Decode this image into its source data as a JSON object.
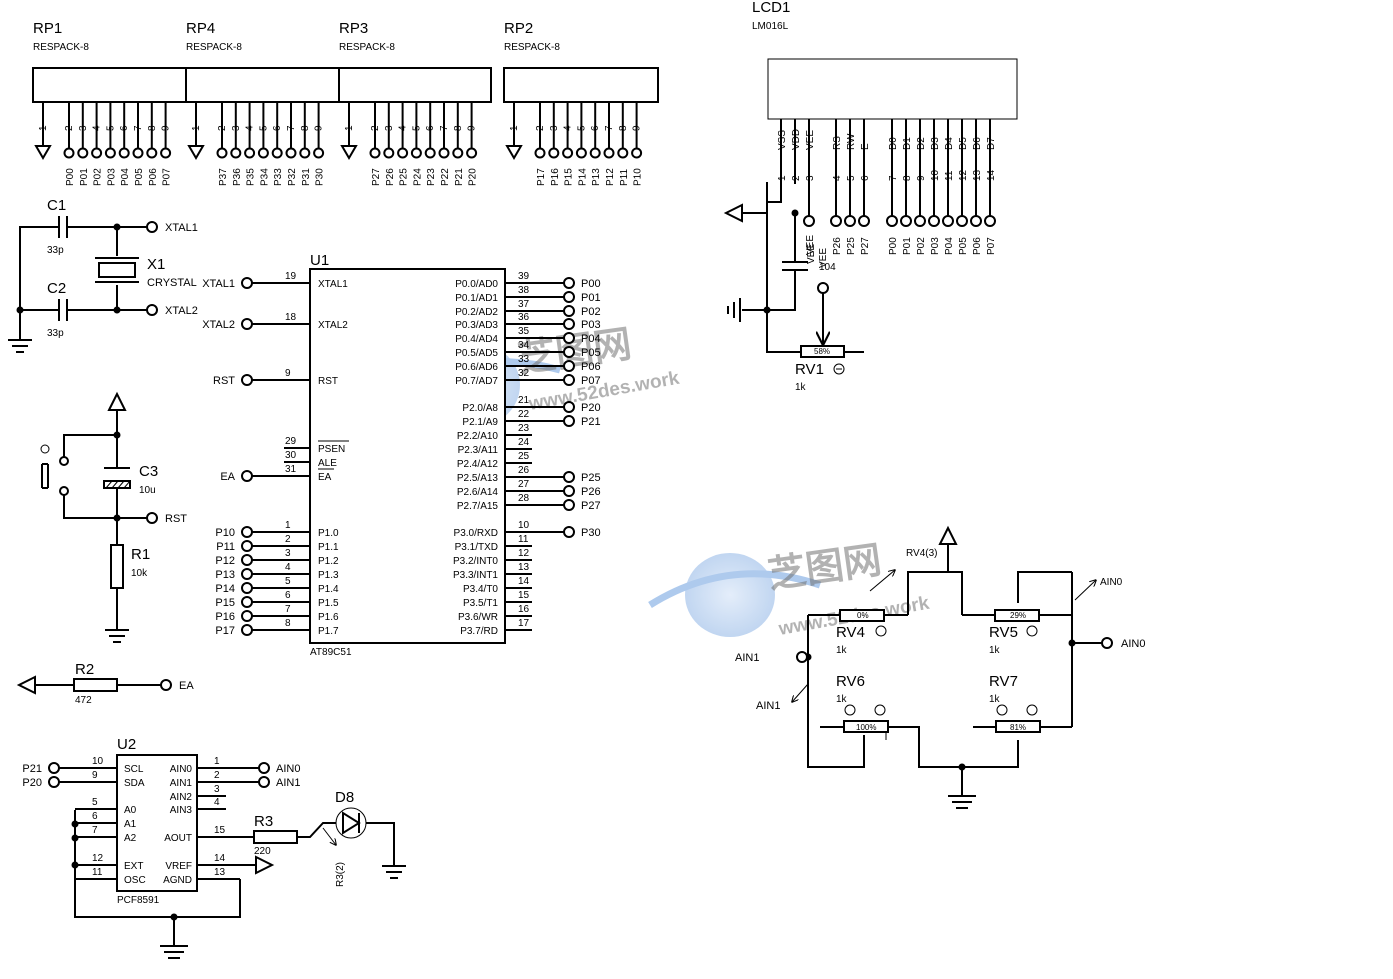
{
  "rpacks": [
    {
      "ref": "RP1",
      "value": "RESPACK-8",
      "pin_numbers": [
        "1",
        "2",
        "3",
        "4",
        "5",
        "6",
        "7",
        "8",
        "9"
      ],
      "nets": [
        "P00",
        "P01",
        "P02",
        "P03",
        "P04",
        "P05",
        "P06",
        "P07"
      ]
    },
    {
      "ref": "RP4",
      "value": "RESPACK-8",
      "pin_numbers": [
        "1",
        "2",
        "3",
        "4",
        "5",
        "6",
        "7",
        "8",
        "9"
      ],
      "nets": [
        "P37",
        "P36",
        "P35",
        "P34",
        "P33",
        "P32",
        "P31",
        "P30"
      ]
    },
    {
      "ref": "RP3",
      "value": "RESPACK-8",
      "pin_numbers": [
        "1",
        "2",
        "3",
        "4",
        "5",
        "6",
        "7",
        "8",
        "9"
      ],
      "nets": [
        "P27",
        "P26",
        "P25",
        "P24",
        "P23",
        "P22",
        "P21",
        "P20"
      ]
    },
    {
      "ref": "RP2",
      "value": "RESPACK-8",
      "pin_numbers": [
        "1",
        "2",
        "3",
        "4",
        "5",
        "6",
        "7",
        "8",
        "9"
      ],
      "nets": [
        "P17",
        "P16",
        "P15",
        "P14",
        "P13",
        "P12",
        "P11",
        "P10"
      ]
    }
  ],
  "lcd": {
    "ref": "LCD1",
    "value": "LM016L",
    "pin_names": [
      "VSS",
      "VDD",
      "VEE",
      "RS",
      "RW",
      "E",
      "D0",
      "D1",
      "D2",
      "D3",
      "D4",
      "D5",
      "D6",
      "D7"
    ],
    "pin_numbers": [
      "1",
      "2",
      "3",
      "4",
      "5",
      "6",
      "7",
      "8",
      "9",
      "10",
      "11",
      "12",
      "13",
      "14"
    ],
    "nets": [
      "VEE",
      "P26",
      "P25",
      "P27",
      "P00",
      "P01",
      "P02",
      "P03",
      "P04",
      "P05",
      "P06",
      "P07"
    ],
    "cap_label": "VEE",
    "cap_value": "104",
    "vee_label": "VEE"
  },
  "rv1": {
    "ref": "RV1",
    "value": "1k",
    "percent": "58%"
  },
  "crystal": {
    "c1_ref": "C1",
    "c1_value": "33p",
    "c2_ref": "C2",
    "c2_value": "33p",
    "x1_ref": "X1",
    "x1_value": "CRYSTAL",
    "xtal1": "XTAL1",
    "xtal2": "XTAL2"
  },
  "reset": {
    "c3_ref": "C3",
    "c3_value": "10u",
    "r1_ref": "R1",
    "r1_value": "10k",
    "rst": "RST"
  },
  "r2": {
    "ref": "R2",
    "value": "472",
    "net": "EA"
  },
  "mcu": {
    "ref": "U1",
    "part": "AT89C51",
    "left_nets": [
      "XTAL1",
      "XTAL2",
      "RST",
      "EA",
      "P10",
      "P11",
      "P12",
      "P13",
      "P14",
      "P15",
      "P16",
      "P17"
    ],
    "left_pins": [
      {
        "num": "19",
        "name": "XTAL1"
      },
      {
        "num": "18",
        "name": "XTAL2"
      },
      {
        "num": "9",
        "name": "RST"
      },
      {
        "num": "29",
        "name": "PSEN"
      },
      {
        "num": "30",
        "name": "ALE"
      },
      {
        "num": "31",
        "name": "EA"
      },
      {
        "num": "1",
        "name": "P1.0"
      },
      {
        "num": "2",
        "name": "P1.1"
      },
      {
        "num": "3",
        "name": "P1.2"
      },
      {
        "num": "4",
        "name": "P1.3"
      },
      {
        "num": "5",
        "name": "P1.4"
      },
      {
        "num": "6",
        "name": "P1.5"
      },
      {
        "num": "7",
        "name": "P1.6"
      },
      {
        "num": "8",
        "name": "P1.7"
      }
    ],
    "right_pins": [
      {
        "num": "39",
        "name": "P0.0/AD0",
        "net": "P00"
      },
      {
        "num": "38",
        "name": "P0.1/AD1",
        "net": "P01"
      },
      {
        "num": "37",
        "name": "P0.2/AD2",
        "net": "P02"
      },
      {
        "num": "36",
        "name": "P0.3/AD3",
        "net": "P03"
      },
      {
        "num": "35",
        "name": "P0.4/AD4",
        "net": "P04"
      },
      {
        "num": "34",
        "name": "P0.5/AD5",
        "net": "P05"
      },
      {
        "num": "33",
        "name": "P0.6/AD6",
        "net": "P06"
      },
      {
        "num": "32",
        "name": "P0.7/AD7",
        "net": "P07"
      },
      {
        "num": "21",
        "name": "P2.0/A8",
        "net": "P20"
      },
      {
        "num": "22",
        "name": "P2.1/A9",
        "net": "P21"
      },
      {
        "num": "23",
        "name": "P2.2/A10",
        "net": ""
      },
      {
        "num": "24",
        "name": "P2.3/A11",
        "net": ""
      },
      {
        "num": "25",
        "name": "P2.4/A12",
        "net": ""
      },
      {
        "num": "26",
        "name": "P2.5/A13",
        "net": "P25"
      },
      {
        "num": "27",
        "name": "P2.6/A14",
        "net": "P26"
      },
      {
        "num": "28",
        "name": "P2.7/A15",
        "net": "P27"
      },
      {
        "num": "10",
        "name": "P3.0/RXD",
        "net": "P30"
      },
      {
        "num": "11",
        "name": "P3.1/TXD",
        "net": ""
      },
      {
        "num": "12",
        "name": "P3.2/INT0",
        "net": ""
      },
      {
        "num": "13",
        "name": "P3.3/INT1",
        "net": ""
      },
      {
        "num": "14",
        "name": "P3.4/T0",
        "net": ""
      },
      {
        "num": "15",
        "name": "P3.5/T1",
        "net": ""
      },
      {
        "num": "16",
        "name": "P3.6/WR",
        "net": ""
      },
      {
        "num": "17",
        "name": "P3.7/RD",
        "net": ""
      }
    ]
  },
  "adc": {
    "ref": "U2",
    "part": "PCF8591",
    "left_nets": [
      "P21",
      "P20"
    ],
    "left_pins": [
      {
        "num": "10",
        "name": "SCL"
      },
      {
        "num": "9",
        "name": "SDA"
      },
      {
        "num": "5",
        "name": "A0"
      },
      {
        "num": "6",
        "name": "A1"
      },
      {
        "num": "7",
        "name": "A2"
      },
      {
        "num": "12",
        "name": "EXT"
      },
      {
        "num": "11",
        "name": "OSC"
      }
    ],
    "right_pins": [
      {
        "num": "1",
        "name": "AIN0",
        "net": "AIN0"
      },
      {
        "num": "2",
        "name": "AIN1",
        "net": "AIN1"
      },
      {
        "num": "3",
        "name": "AIN2",
        "net": ""
      },
      {
        "num": "4",
        "name": "AIN3",
        "net": ""
      },
      {
        "num": "15",
        "name": "AOUT",
        "net": ""
      },
      {
        "num": "14",
        "name": "VREF",
        "net": ""
      },
      {
        "num": "13",
        "name": "AGND",
        "net": ""
      }
    ]
  },
  "r3": {
    "ref": "R3",
    "value": "220",
    "probe": "R3(2)"
  },
  "d8": {
    "ref": "D8"
  },
  "bridge": {
    "rv4": {
      "ref": "RV4",
      "value": "1k",
      "percent": "0%",
      "probe": "RV4(3)"
    },
    "rv5": {
      "ref": "RV5",
      "value": "1k",
      "percent": "29%"
    },
    "rv6": {
      "ref": "RV6",
      "value": "1k",
      "percent": "100%"
    },
    "rv7": {
      "ref": "RV7",
      "value": "1k",
      "percent": "81%"
    },
    "ain0": "AIN0",
    "ain0_probe": "AIN0",
    "ain1": "AIN1",
    "ain1_probe": "AIN1"
  },
  "watermark": {
    "brand": "芝图网",
    "url": "www.52des.work"
  }
}
